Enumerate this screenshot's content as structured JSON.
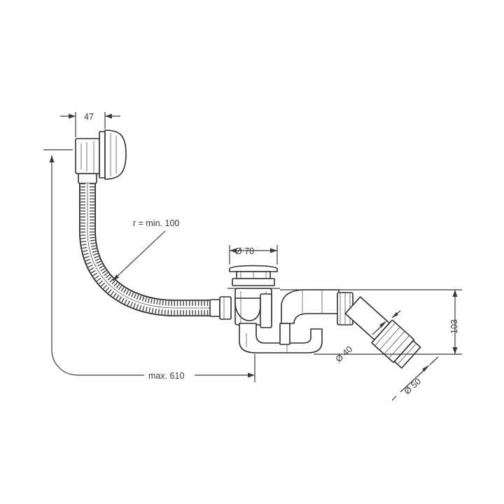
{
  "diagram": {
    "labels": {
      "overflow_width": "47",
      "bend_radius": "r = min. 100",
      "drain_diameter": "Ø 70",
      "height": "103",
      "pipe_diameter_inner": "Ø 40",
      "pipe_diameter_outer": "Ø 50",
      "max_length": "max. 610"
    }
  }
}
